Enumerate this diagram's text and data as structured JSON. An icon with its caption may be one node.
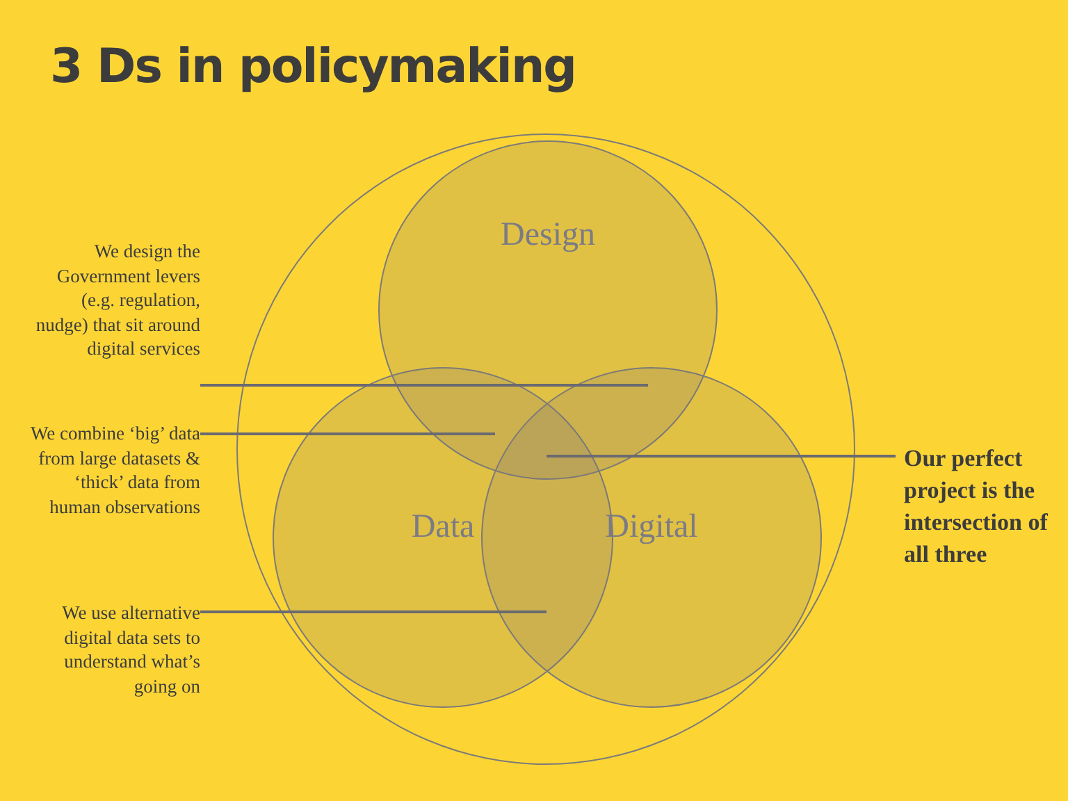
{
  "diagram": {
    "title": "3 Ds in policymaking",
    "nodes": [
      {
        "text": [],
        "shape": "circle"
      },
      {
        "text": [
          "Design"
        ],
        "in": 0
      },
      {
        "text": [
          "Data"
        ],
        "in": 0
      },
      {
        "text": [
          "Digital"
        ],
        "in": 0
      },
      {
        "text": [
          "We design the Government levers (e.g. regulation, nudge) that sit around digital services"
        ]
      },
      {
        "text": [
          "We combine ‘big’ data from large datasets & ‘thick’ data from human observations"
        ]
      },
      {
        "text": [
          "We use alternative digital data sets to understand what’s going on"
        ]
      },
      {
        "text": [
          "Our perfect project is the intersection of all three"
        ]
      }
    ],
    "edges": [
      {
        "from": 4,
        "to": 1,
        "arrow": "none"
      },
      {
        "from": 5,
        "to": 1,
        "arrow": "none"
      },
      {
        "from": 6,
        "to": 2,
        "arrow": "none"
      },
      {
        "from": 7,
        "to": 1,
        "arrow": "none"
      }
    ]
  }
}
